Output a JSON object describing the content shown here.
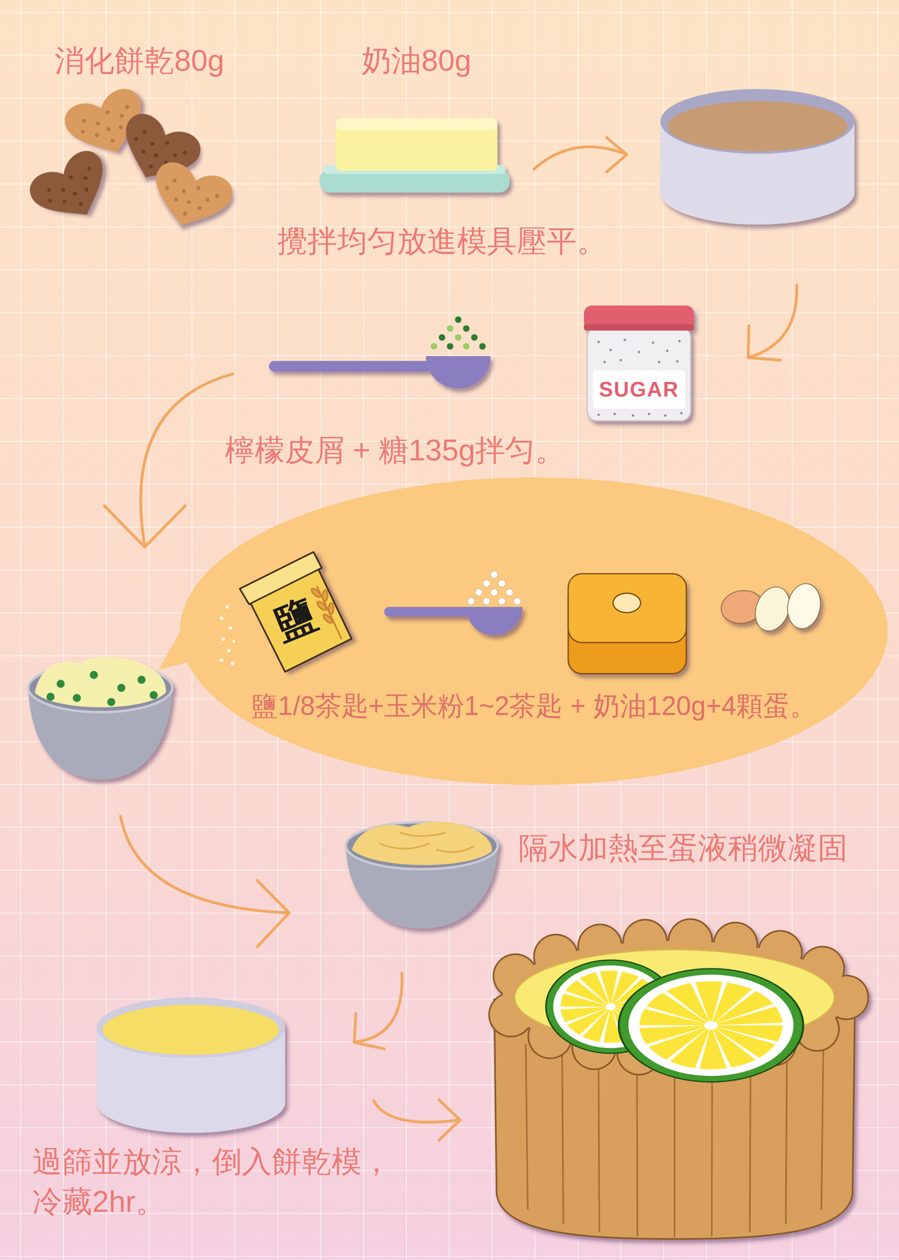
{
  "diagram": {
    "nodes": [
      {
        "text": [
          "SUGAR"
        ]
      },
      {
        "text": [
          "鹽1/8茶匙+玉米粉1~2茶匙 + 奶油120g+4顆蛋。"
        ]
      },
      {
        "text": [
          "鹽"
        ],
        "in": 1
      }
    ],
    "labels": [
      "消化餅乾80g",
      "奶油80g",
      "攪拌均匀放進模具壓平。",
      "檸檬皮屑 + 糖135g拌匀。",
      "隔水加熱至蛋液稍微凝固",
      "過篩並放涼，倒入餅乾模，冷藏2hr。"
    ]
  }
}
